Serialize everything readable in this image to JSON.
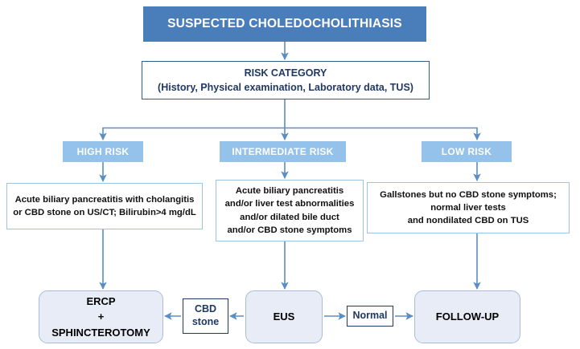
{
  "chart_data": {
    "type": "diagram",
    "title": "SUSPECTED CHOLEDOCHOLITHIASIS",
    "diagram_kind": "clinical-decision-flowchart",
    "colors": {
      "title_banner": "#4a7ebb",
      "risk_chip": "#94c2ea",
      "criteria_border": "#9fc4e3",
      "outcome_fill": "#e7ecf7",
      "outcome_border": "#a9bdd8",
      "label_border": "#1f3864",
      "edge": "#5b8ec4",
      "heading_text": "#1f3864",
      "chip_text": "#ffffff"
    },
    "nodes": [
      {
        "id": "title",
        "label": "SUSPECTED CHOLEDOCHOLITHIASIS",
        "shape": "banner"
      },
      {
        "id": "risk_cat",
        "label": "RISK CATEGORY\n(History, Physical examination, Laboratory data, TUS)",
        "shape": "rect"
      },
      {
        "id": "high",
        "label": "HIGH RISK",
        "shape": "chip"
      },
      {
        "id": "inter",
        "label": "INTERMEDIATE RISK",
        "shape": "chip"
      },
      {
        "id": "low",
        "label": "LOW RISK",
        "shape": "chip"
      },
      {
        "id": "crit_high",
        "label": "Acute biliary pancreatitis with cholangitis\nor CBD stone on US/CT; Bilirubin>4 mg/dL",
        "shape": "rect"
      },
      {
        "id": "crit_inter",
        "label": "Acute biliary pancreatitis\nand/or liver test abnormalities\nand/or dilated bile duct\nand/or CBD stone symptoms",
        "shape": "rect"
      },
      {
        "id": "crit_low",
        "label": "Gallstones but no CBD stone symptoms;\nnormal liver tests\nand nondilated CBD on TUS",
        "shape": "rect"
      },
      {
        "id": "ercp",
        "label": "ERCP\n+\nSPHINCTEROTOMY",
        "shape": "rounded"
      },
      {
        "id": "eus",
        "label": "EUS",
        "shape": "rounded"
      },
      {
        "id": "follow",
        "label": "FOLLOW-UP",
        "shape": "rounded"
      },
      {
        "id": "cbd_stone",
        "label": "CBD\nstone",
        "shape": "small-label"
      },
      {
        "id": "normal",
        "label": "Normal",
        "shape": "small-label"
      }
    ],
    "edges": [
      {
        "from": "title",
        "to": "risk_cat",
        "label": "",
        "style": "arrow-down"
      },
      {
        "from": "risk_cat",
        "to": "high",
        "label": "",
        "style": "elbow-down"
      },
      {
        "from": "risk_cat",
        "to": "inter",
        "label": "",
        "style": "arrow-down"
      },
      {
        "from": "risk_cat",
        "to": "low",
        "label": "",
        "style": "elbow-down"
      },
      {
        "from": "high",
        "to": "crit_high",
        "label": "",
        "style": "arrow-down"
      },
      {
        "from": "inter",
        "to": "crit_inter",
        "label": "",
        "style": "arrow-down"
      },
      {
        "from": "low",
        "to": "crit_low",
        "label": "",
        "style": "arrow-down"
      },
      {
        "from": "crit_high",
        "to": "ercp",
        "label": "",
        "style": "arrow-down"
      },
      {
        "from": "crit_inter",
        "to": "eus",
        "label": "",
        "style": "arrow-down"
      },
      {
        "from": "crit_low",
        "to": "follow",
        "label": "",
        "style": "arrow-down"
      },
      {
        "from": "eus",
        "to": "cbd_stone",
        "label": "CBD stone",
        "style": "arrow-left"
      },
      {
        "from": "cbd_stone",
        "to": "ercp",
        "label": "",
        "style": "arrow-left"
      },
      {
        "from": "eus",
        "to": "normal",
        "label": "Normal",
        "style": "arrow-right"
      },
      {
        "from": "normal",
        "to": "follow",
        "label": "",
        "style": "arrow-right"
      }
    ]
  },
  "diagram": {
    "title": "SUSPECTED CHOLEDOCHOLITHIASIS",
    "risk_category": "RISK CATEGORY\n(History, Physical examination, Laboratory data, TUS)",
    "risk_levels": {
      "high": "HIGH RISK",
      "intermediate": "INTERMEDIATE RISK",
      "low": "LOW RISK"
    },
    "criteria": {
      "high": "Acute biliary pancreatitis with cholangitis\nor CBD stone on US/CT; Bilirubin>4 mg/dL",
      "intermediate": "Acute biliary pancreatitis\nand/or liver test abnormalities\nand/or dilated bile duct\nand/or CBD stone symptoms",
      "low": "Gallstones but no CBD stone symptoms;\nnormal liver tests\nand nondilated CBD on TUS"
    },
    "outcomes": {
      "ercp": "ERCP\n+\nSPHINCTEROTOMY",
      "eus": "EUS",
      "follow_up": "FOLLOW-UP"
    },
    "edge_labels": {
      "cbd_stone": "CBD\nstone",
      "normal": "Normal"
    }
  }
}
